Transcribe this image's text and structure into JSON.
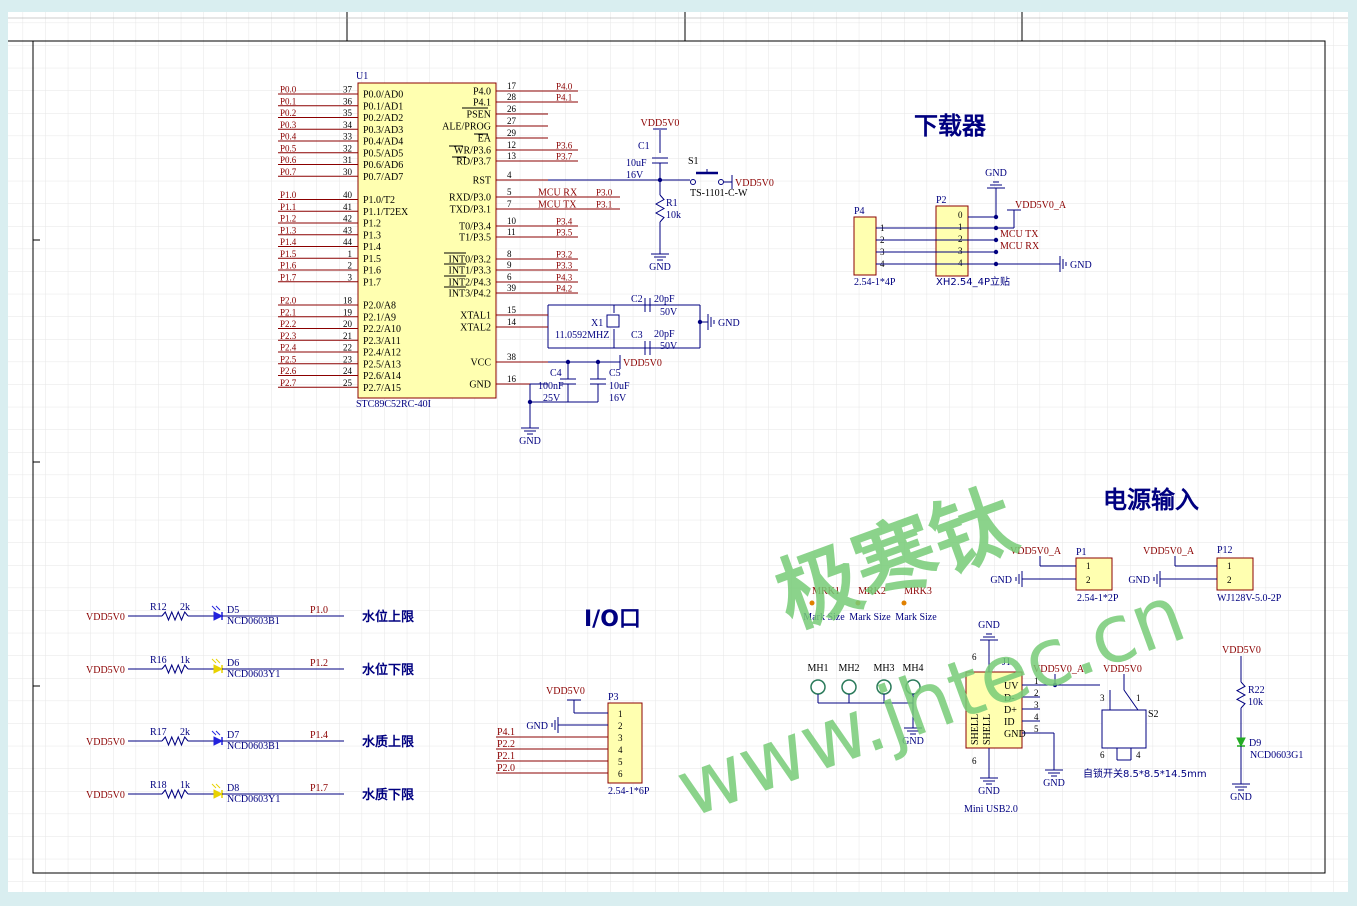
{
  "title_cn": {
    "downloader": "下载器",
    "power": "电源输入",
    "io": "I/O口"
  },
  "mcu": {
    "ref": "U1",
    "part": "STC89C52RC-40I",
    "left_pins": [
      {
        "net": "P0.0",
        "num": "37",
        "name": "P0.0/AD0"
      },
      {
        "net": "P0.1",
        "num": "36",
        "name": "P0.1/AD1"
      },
      {
        "net": "P0.2",
        "num": "35",
        "name": "P0.2/AD2"
      },
      {
        "net": "P0.3",
        "num": "34",
        "name": "P0.3/AD3"
      },
      {
        "net": "P0.4",
        "num": "33",
        "name": "P0.4/AD4"
      },
      {
        "net": "P0.5",
        "num": "32",
        "name": "P0.5/AD5"
      },
      {
        "net": "P0.6",
        "num": "31",
        "name": "P0.6/AD6"
      },
      {
        "net": "P0.7",
        "num": "30",
        "name": "P0.7/AD7"
      },
      {
        "net": "P1.0",
        "num": "40",
        "name": "P1.0/T2"
      },
      {
        "net": "P1.1",
        "num": "41",
        "name": "P1.1/T2EX"
      },
      {
        "net": "P1.2",
        "num": "42",
        "name": "P1.2"
      },
      {
        "net": "P1.3",
        "num": "43",
        "name": "P1.3"
      },
      {
        "net": "P1.4",
        "num": "44",
        "name": "P1.4"
      },
      {
        "net": "P1.5",
        "num": "1",
        "name": "P1.5"
      },
      {
        "net": "P1.6",
        "num": "2",
        "name": "P1.6"
      },
      {
        "net": "P1.7",
        "num": "3",
        "name": "P1.7"
      },
      {
        "net": "P2.0",
        "num": "18",
        "name": "P2.0/A8"
      },
      {
        "net": "P2.1",
        "num": "19",
        "name": "P2.1/A9"
      },
      {
        "net": "P2.2",
        "num": "20",
        "name": "P2.2/A10"
      },
      {
        "net": "P2.3",
        "num": "21",
        "name": "P2.3/A11"
      },
      {
        "net": "P2.4",
        "num": "22",
        "name": "P2.4/A12"
      },
      {
        "net": "P2.5",
        "num": "23",
        "name": "P2.5/A13"
      },
      {
        "net": "P2.6",
        "num": "24",
        "name": "P2.6/A14"
      },
      {
        "net": "P2.7",
        "num": "25",
        "name": "P2.7/A15"
      }
    ],
    "right_pins": [
      {
        "num": "17",
        "name": "P4.0",
        "net": "P4.0"
      },
      {
        "num": "28",
        "name": "P4.1",
        "net": "P4.1"
      },
      {
        "num": "26",
        "name": "PSEN",
        "net": ""
      },
      {
        "num": "27",
        "name": "ALE/PROG",
        "net": ""
      },
      {
        "num": "29",
        "name": "EA",
        "net": ""
      },
      {
        "num": "12",
        "name": "WR/P3.6",
        "net": "P3.6"
      },
      {
        "num": "13",
        "name": "RD/P3.7",
        "net": "P3.7"
      },
      {
        "num": "4",
        "name": "RST",
        "net": ""
      },
      {
        "num": "5",
        "name": "RXD/P3.0",
        "net": "P3.0",
        "net2": "MCU RX"
      },
      {
        "num": "7",
        "name": "TXD/P3.1",
        "net": "P3.1",
        "net2": "MCU TX"
      },
      {
        "num": "10",
        "name": "T0/P3.4",
        "net": "P3.4"
      },
      {
        "num": "11",
        "name": "T1/P3.5",
        "net": "P3.5"
      },
      {
        "num": "8",
        "name": "INT0/P3.2",
        "net": "P3.2"
      },
      {
        "num": "9",
        "name": "INT1/P3.3",
        "net": "P3.3"
      },
      {
        "num": "6",
        "name": "INT2/P4.3",
        "net": "P4.3"
      },
      {
        "num": "39",
        "name": "INT3/P4.2",
        "net": "P4.2"
      },
      {
        "num": "15",
        "name": "XTAL1",
        "net": ""
      },
      {
        "num": "14",
        "name": "XTAL2",
        "net": ""
      },
      {
        "num": "38",
        "name": "VCC",
        "net": ""
      },
      {
        "num": "16",
        "name": "GND",
        "net": ""
      }
    ]
  },
  "labels": {
    "vdd": "VDD5V0",
    "vdd_a": "VDD5V0_A",
    "gnd": "GND",
    "c1": "C1",
    "c1_val": "10uF",
    "c1_v": "16V",
    "s1": "S1",
    "s1_part": "TS-1101-C-W",
    "r1": "R1",
    "r1_val": "10k",
    "c2": "C2",
    "c2_val": "20pF",
    "c2_v": "50V",
    "c3": "C3",
    "c3_val": "20pF",
    "c3_v": "50V",
    "x1": "X1",
    "x1_val": "11.0592MHZ",
    "c4": "C4",
    "c4_val": "100nF",
    "c4_v": "25V",
    "c5": "C5",
    "c5_val": "10uF",
    "c5_v": "16V",
    "p4": "P4",
    "p4_part": "2.54-1*4P",
    "p2": "P2",
    "p2_part": "XH2.54_4P立贴",
    "mcu_tx": "MCU TX",
    "mcu_rx": "MCU RX",
    "p1": "P1",
    "p1_part": "2.54-1*2P",
    "p12": "P12",
    "p12_part": "WJ128V-5.0-2P",
    "mrk": [
      "MRK1",
      "MRK2",
      "MRK3"
    ],
    "mark_size": "Mark Size",
    "mh": [
      "MH1",
      "MH2",
      "MH3",
      "MH4"
    ],
    "j1": "J1",
    "j1_part": "Mini USB2.0",
    "j1_pins": [
      "UV",
      "D-",
      "D+",
      "ID",
      "GND"
    ],
    "shell": "SHELL",
    "s2": "S2",
    "s2_part": "自锁开关8.5*8.5*14.5mm",
    "r22": "R22",
    "r22_val": "10k",
    "d9": "D9",
    "d9_part": "NCD0603G1",
    "p3": "P3",
    "p3_part": "2.54-1*6P",
    "p3_nets": [
      "P4.1",
      "P2.2",
      "P2.1",
      "P2.0"
    ]
  },
  "leds": [
    {
      "r": "R12",
      "rv": "2k",
      "d": "D5",
      "part": "NCD0603B1",
      "net": "P1.0",
      "text": "水位上限",
      "color": "#2222dd"
    },
    {
      "r": "R16",
      "rv": "1k",
      "d": "D6",
      "part": "NCD0603Y1",
      "net": "P1.2",
      "text": "水位下限",
      "color": "#e8d200"
    },
    {
      "r": "R17",
      "rv": "2k",
      "d": "D7",
      "part": "NCD0603B1",
      "net": "P1.4",
      "text": "水质上限",
      "color": "#2222dd"
    },
    {
      "r": "R18",
      "rv": "1k",
      "d": "D8",
      "part": "NCD0603Y1",
      "net": "P1.7",
      "text": "水质下限",
      "color": "#e8d200"
    }
  ],
  "watermark": {
    "cn": "极寒钛",
    "url": "www.jhtec.cn"
  },
  "colors": {
    "net": "#8b0000",
    "wire": "#000080",
    "body": "#ffffb0",
    "bodyline": "#8b0000",
    "text": "#000080",
    "grid": "#e4e4e4",
    "watermark": "#6fc86f"
  }
}
